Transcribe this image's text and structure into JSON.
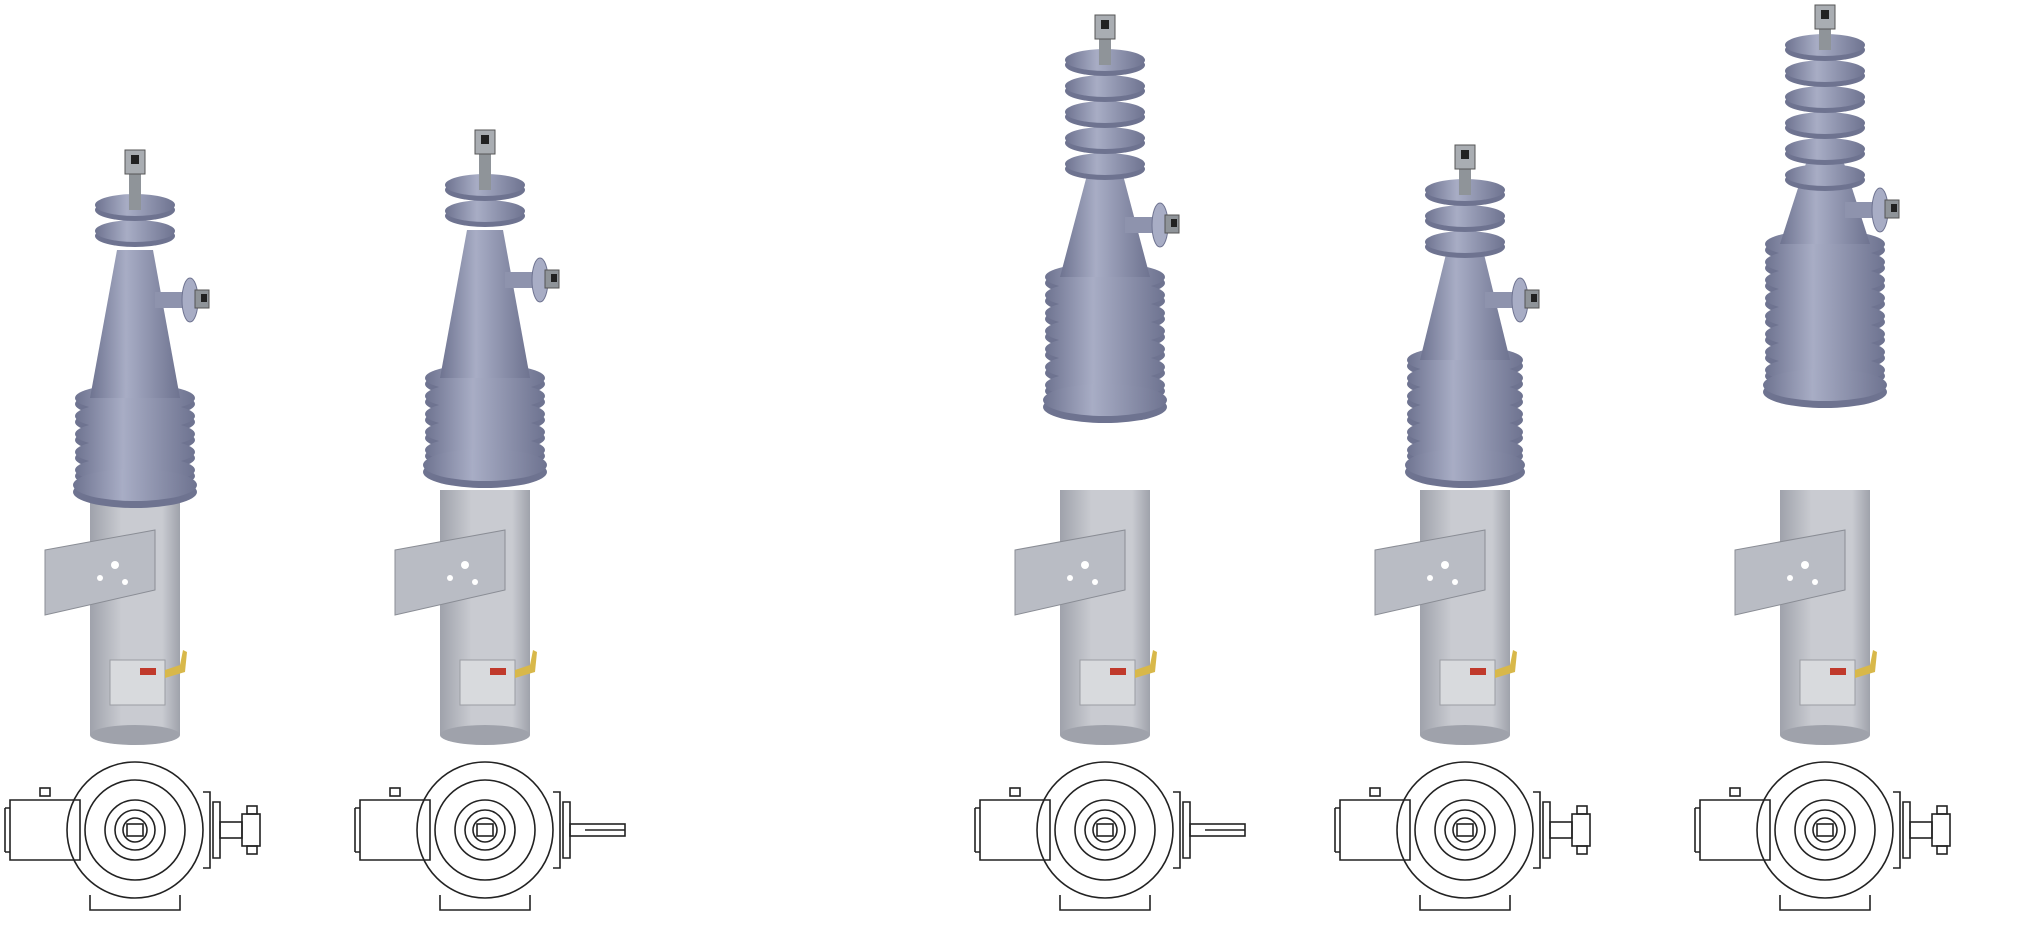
{
  "colors": {
    "background": "#ffffff",
    "insulator": "#8e93ad",
    "insulator_light": "#a8adc5",
    "insulator_dark": "#6e7390",
    "tank": "#c9cbd1",
    "tank_shadow": "#9fa2ab",
    "bracket": "#b9bcc4",
    "box": "#d8dadd",
    "display": "#c0392b",
    "lever": "#d8b84a",
    "line": "#222222"
  },
  "units": [
    {
      "variant": "short-2-lower-sheds"
    },
    {
      "variant": "short-rod"
    },
    {
      "variant": "tall-rod"
    },
    {
      "variant": "short-lug"
    },
    {
      "variant": "tall-lug"
    }
  ]
}
